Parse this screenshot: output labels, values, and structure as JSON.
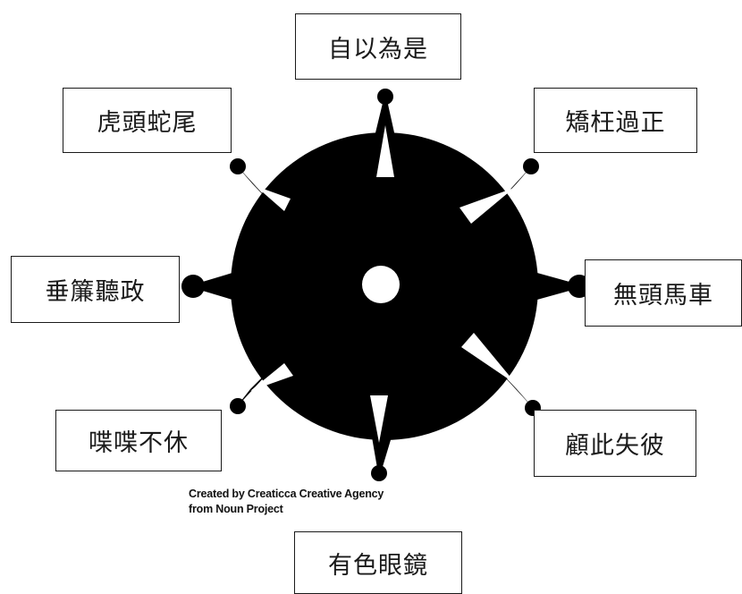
{
  "diagram": {
    "center_icon": "gear-spiked-icon",
    "idioms": {
      "top": "自以為是",
      "top_left": "虎頭蛇尾",
      "top_right": "矯枉過正",
      "left": "垂簾聽政",
      "right": "無頭馬車",
      "bottom_left": "喋喋不休",
      "bottom_right": "顧此失彼",
      "bottom": "有色眼鏡"
    },
    "credit_line_1": "Created by Creaticca Creative Agency",
    "credit_line_2": "from Noun Project"
  },
  "colors": {
    "icon": "#000000",
    "box_border": "#1a1a1a",
    "background": "#ffffff"
  }
}
